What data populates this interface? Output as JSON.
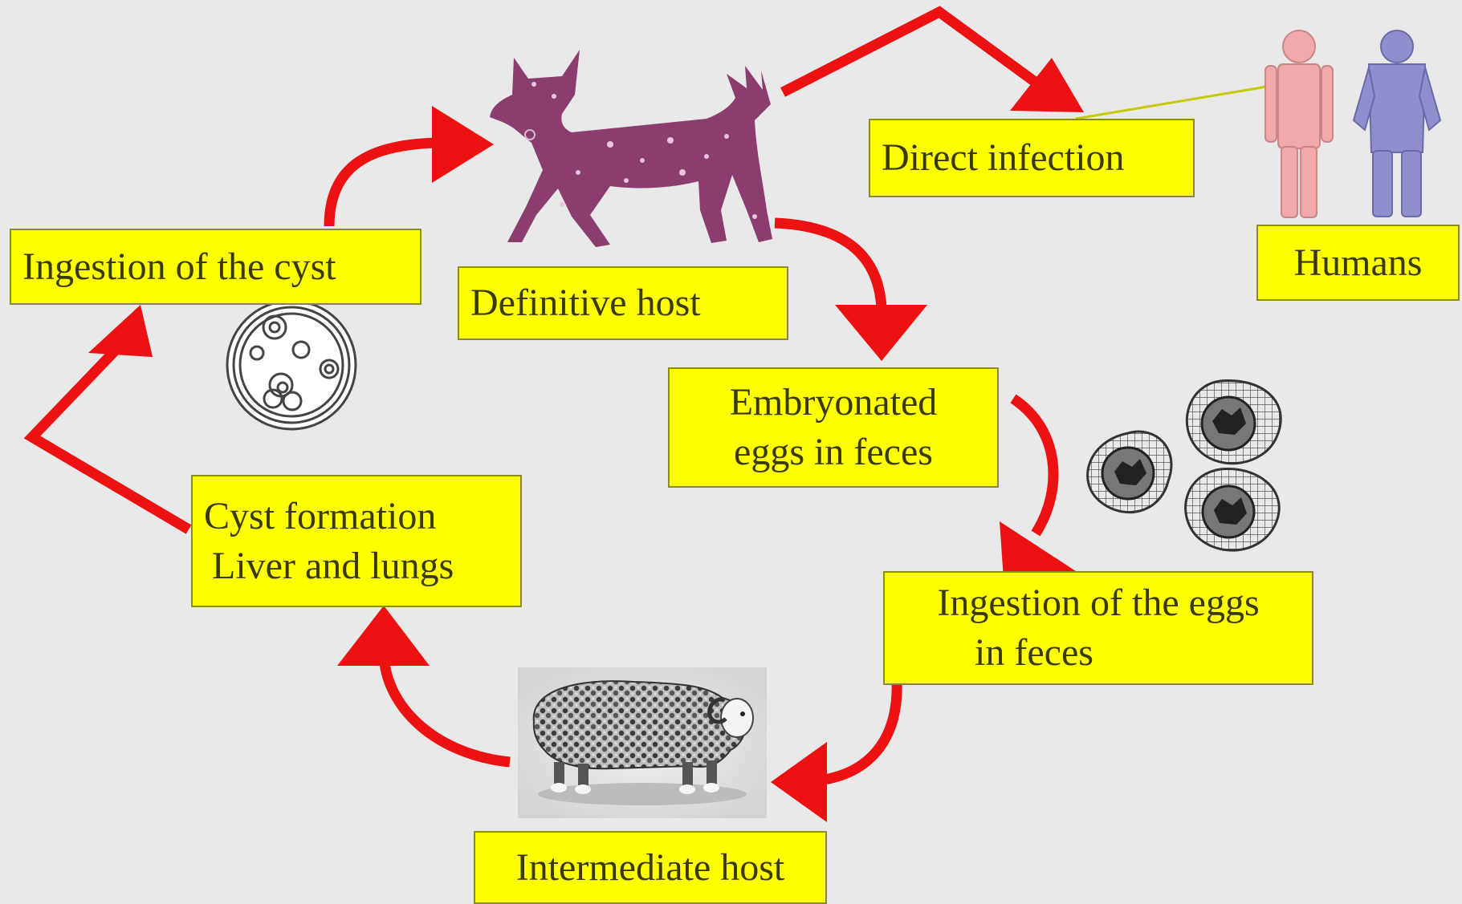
{
  "labels": {
    "ingestion_cyst": "Ingestion of the cyst",
    "definitive_host": "Definitive host",
    "direct_infection": "Direct infection",
    "humans": "Humans",
    "embryonated_line1": "Embryonated",
    "embryonated_line2": "eggs in feces",
    "ingestion_eggs_line1": "Ingestion of the eggs",
    "ingestion_eggs_line2": "in feces",
    "cyst_formation_line1": "Cyst formation",
    "cyst_formation_line2": "Liver and lungs",
    "intermediate_host": "Intermediate host"
  },
  "colors": {
    "arrow": "#ee1111",
    "label_bg": "#ffff00",
    "dog": "#8a3d6e",
    "human_female": "#f2a9a9",
    "human_male": "#8f8fce",
    "background": "#e9e9e9"
  },
  "icons": [
    "dog-icon",
    "human-female-icon",
    "human-male-icon",
    "cyst-icon",
    "eggs-icon",
    "sheep-icon"
  ]
}
